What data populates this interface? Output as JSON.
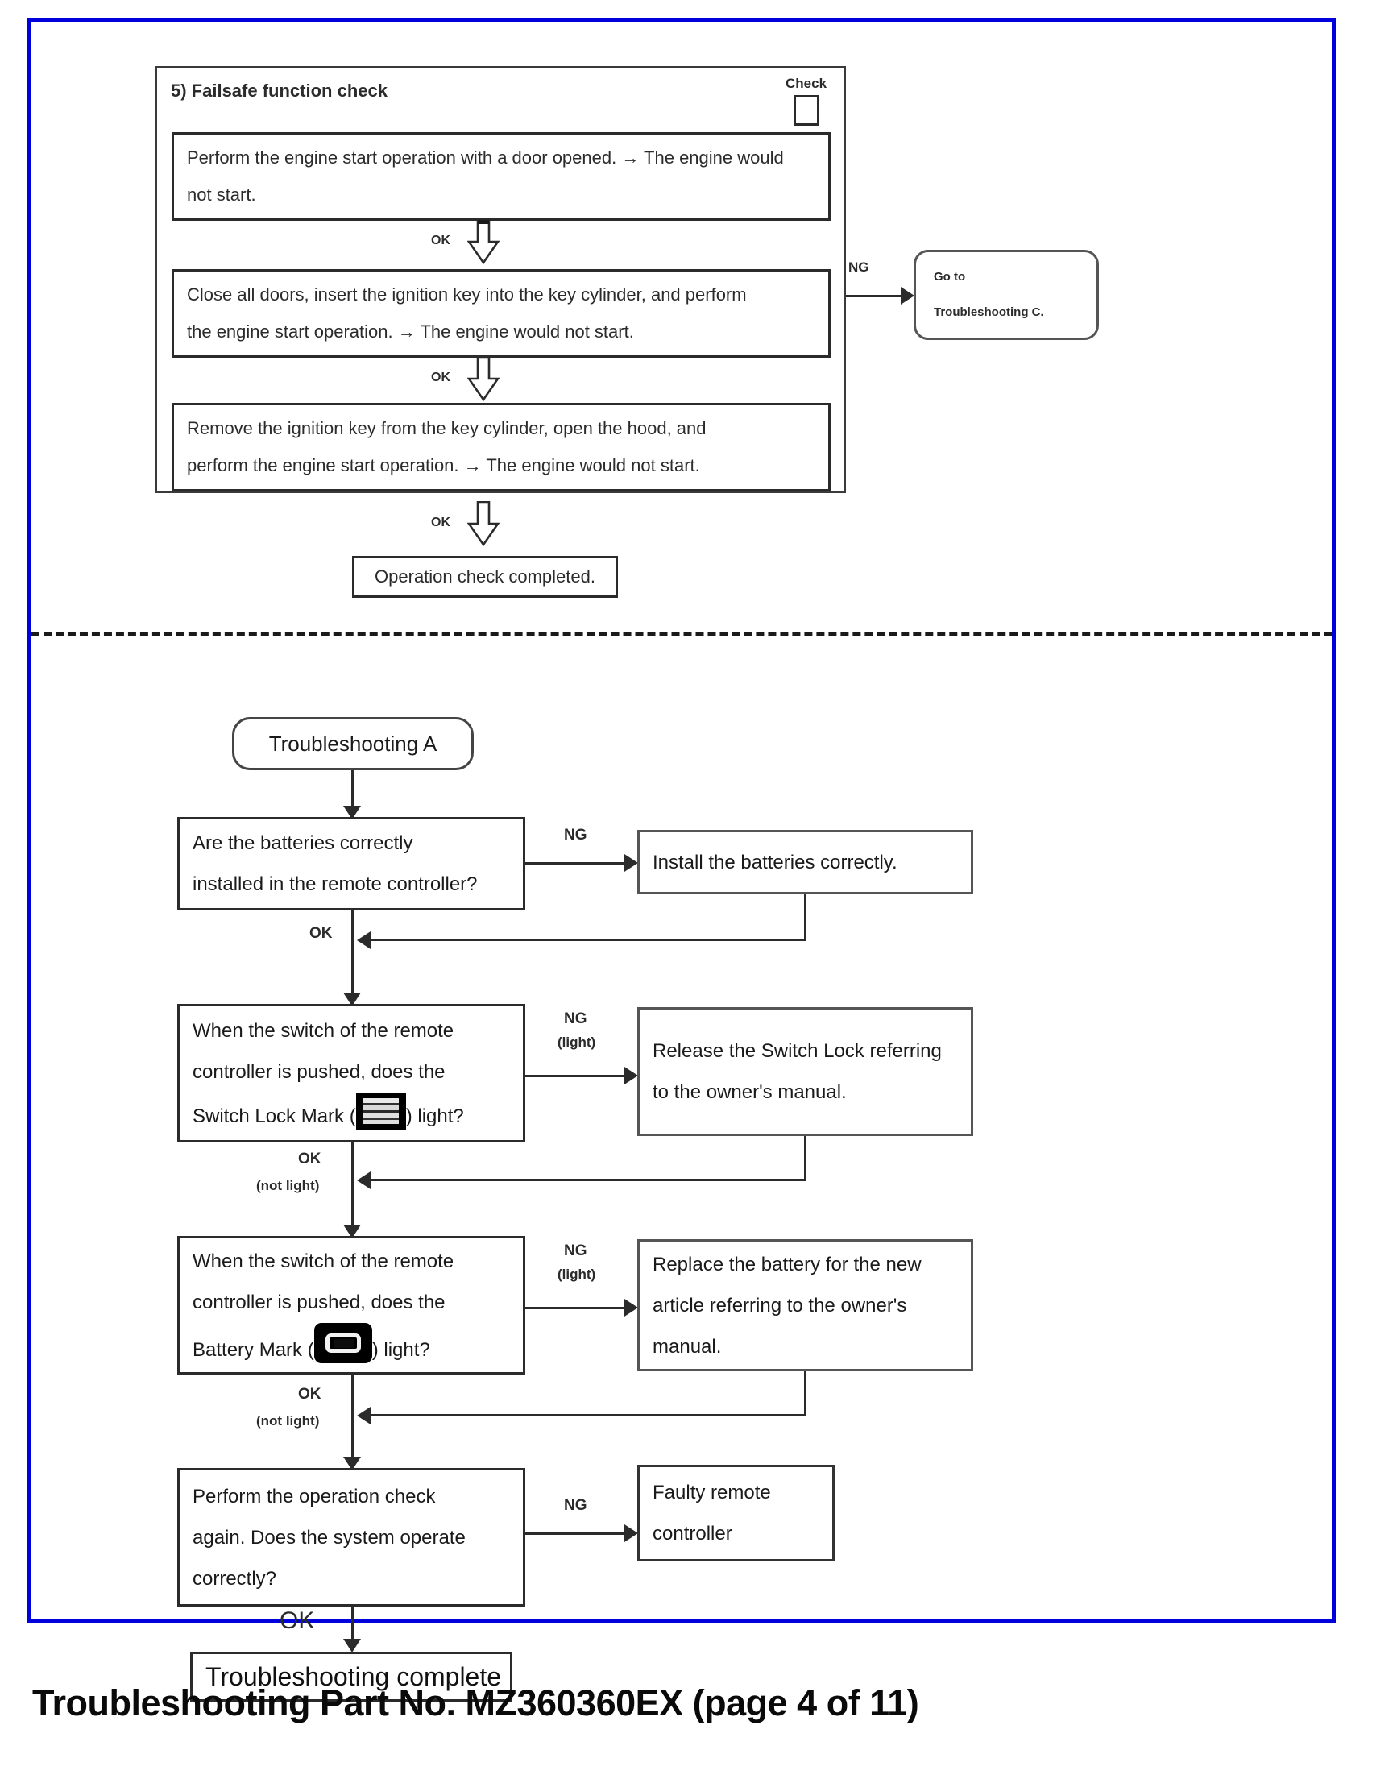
{
  "page": {
    "caption": "Troubleshooting Part No. MZ360360EX (page 4 of 11)",
    "border_color": "#0000dd"
  },
  "top_section": {
    "title": "5) Failsafe function check",
    "check_label": "Check",
    "steps": [
      {
        "line1": "Perform the engine start operation with a door opened. → The engine would",
        "line2": "not start."
      },
      {
        "line1": "Close all doors, insert the ignition key into the key cylinder, and perform",
        "line2": "the engine start operation. → The engine would not start."
      },
      {
        "line1": "Remove the ignition key from the key cylinder, open the hood, and",
        "line2": "perform the engine start operation. → The engine would not start."
      }
    ],
    "ok_labels": [
      "OK",
      "OK",
      "OK"
    ],
    "ng_label": "NG",
    "goto_box": {
      "line1": "Go to",
      "line2": "Troubleshooting C."
    },
    "end_box": "Operation check completed."
  },
  "bottom_section": {
    "start": "Troubleshooting A",
    "nodes": [
      {
        "question_line1": "Are the batteries correctly",
        "question_line2": "installed in the remote controller?",
        "ng_label": "NG",
        "ng_sub": "",
        "ok_label": "OK",
        "ok_sub": "",
        "action_line1": "Install the batteries correctly.",
        "action_line2": "",
        "action_line3": ""
      },
      {
        "question_line1": "When the switch of the remote",
        "question_line2": "controller is pushed, does the",
        "question_line3_pre": "Switch Lock Mark (",
        "question_line3_post": ") light?",
        "mark_icon": "switch-lock-mark-icon",
        "ng_label": "NG",
        "ng_sub": "(light)",
        "ok_label": "OK",
        "ok_sub": "(not light)",
        "action_line1": "Release the Switch Lock referring",
        "action_line2": "to the owner's manual.",
        "action_line3": ""
      },
      {
        "question_line1": "When the switch of the remote",
        "question_line2": "controller is pushed, does the",
        "question_line3_pre": "Battery Mark (",
        "question_line3_post": ") light?",
        "mark_icon": "battery-mark-icon",
        "ng_label": "NG",
        "ng_sub": "(light)",
        "ok_label": "OK",
        "ok_sub": "(not light)",
        "action_line1": "Replace the battery for the new",
        "action_line2": "article referring to the owner's",
        "action_line3": "manual."
      },
      {
        "question_line1": "Perform the operation check",
        "question_line2": "again. Does the system operate",
        "question_line3": "correctly?",
        "ng_label": "NG",
        "ng_sub": "",
        "ok_label": "OK",
        "ok_sub": "",
        "action_line1": "Faulty remote",
        "action_line2": "controller",
        "action_line3": ""
      }
    ],
    "end": "Troubleshooting complete"
  }
}
